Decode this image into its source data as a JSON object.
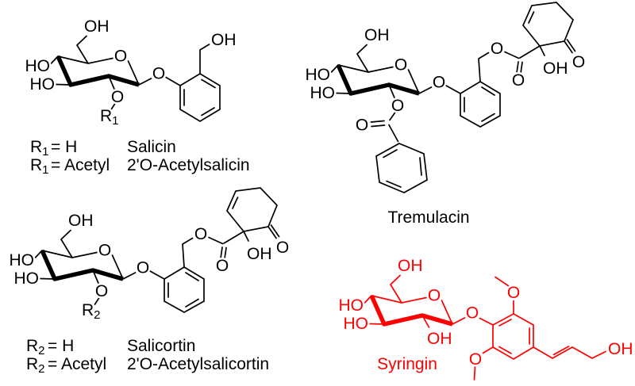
{
  "figure": {
    "background": "#ffffff",
    "bond_color": "#000000",
    "highlight_color": "#ff0000"
  },
  "labels": {
    "oh": "OH",
    "ho": "HO",
    "o": "O"
  },
  "salicin": {
    "legend": {
      "r_symbol": "R",
      "r_subscript": "1",
      "rows": [
        {
          "value": "= H",
          "name": "Salicin"
        },
        {
          "value": "= Acetyl",
          "name": "2'O-Acetylsalicin"
        }
      ]
    }
  },
  "tremulacin": {
    "name": "Tremulacin"
  },
  "salicortin": {
    "legend": {
      "r_symbol": "R",
      "r_subscript": "2",
      "rows": [
        {
          "value": "= H",
          "name": "Salicortin"
        },
        {
          "value": "= Acetyl",
          "name": "2'O-Acetylsalicortin"
        }
      ]
    }
  },
  "syringin": {
    "name": "Syringin"
  }
}
